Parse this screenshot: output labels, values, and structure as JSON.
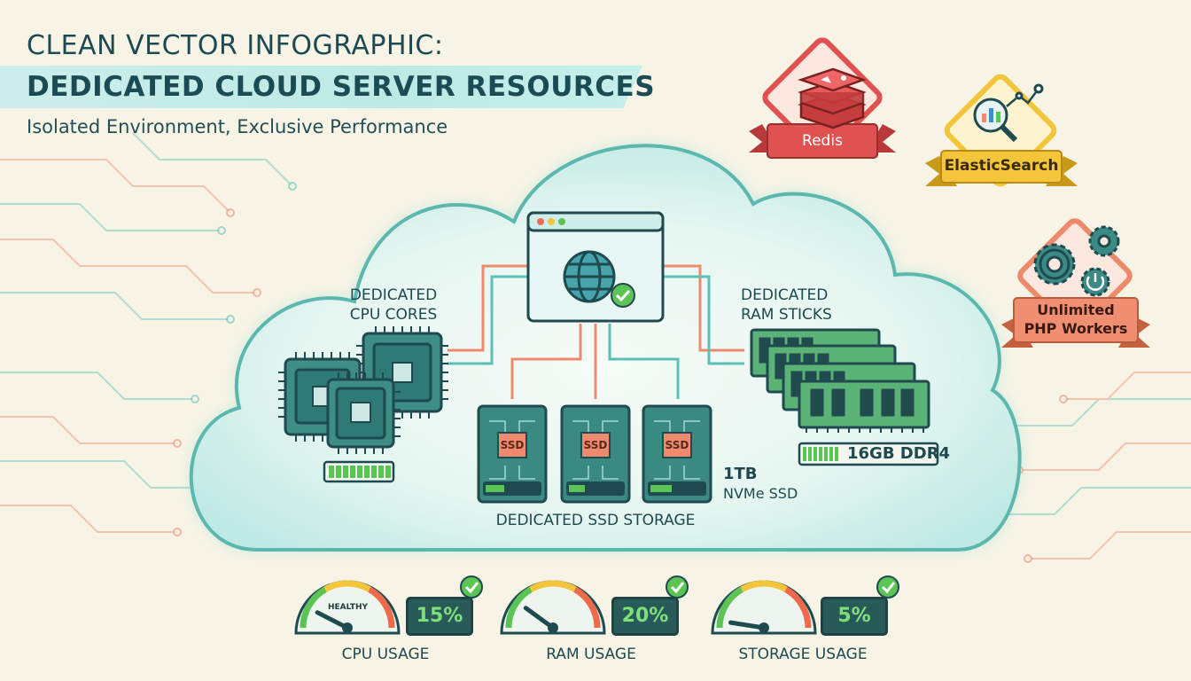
{
  "header": {
    "title_line1": "CLEAN VECTOR INFOGRAPHIC:",
    "title_line2": "DEDICATED CLOUD SERVER RESOURCES",
    "subtitle": "Isolated Environment, Exclusive Performance"
  },
  "cloud": {
    "cpu": {
      "label_line1": "DEDICATED",
      "label_line2": "CPU CORES",
      "level": 1.0
    },
    "ram": {
      "label_line1": "DEDICATED",
      "label_line2": "RAM STICKS",
      "spec": "16GB DDR4",
      "level": 1.0
    },
    "storage": {
      "label": "DEDICATED SSD STORAGE",
      "chip_label": "SSD",
      "size_line1": "1TB",
      "size_line2": "NVMe SSD",
      "drive_levels": [
        0.35,
        0.3,
        0.4
      ]
    }
  },
  "badges": [
    {
      "name": "redis",
      "label": "Redis",
      "icon": "redis-logo-icon",
      "color": "#e05252"
    },
    {
      "name": "elasticsearch",
      "label": "ElasticSearch",
      "icon": "search-chart-icon",
      "color": "#f2c53a"
    },
    {
      "name": "php-workers",
      "label_line1": "Unlimited",
      "label_line2": "PHP Workers",
      "icon": "gears-power-icon",
      "color": "#ec8a6c"
    }
  ],
  "gauges": [
    {
      "name": "cpu",
      "label": "CPU USAGE",
      "value_text": "15%",
      "value": 15,
      "dial_text": "HEALTHY"
    },
    {
      "name": "ram",
      "label": "RAM USAGE",
      "value_text": "20%",
      "value": 20
    },
    {
      "name": "storage",
      "label": "STORAGE USAGE",
      "value_text": "5%",
      "value": 5
    }
  ],
  "colors": {
    "teal": "#38a8a0",
    "dark": "#1f4a50",
    "coral": "#ef8a6e",
    "green": "#5cc454",
    "redis": "#e05252",
    "elastic": "#f2c53a"
  }
}
